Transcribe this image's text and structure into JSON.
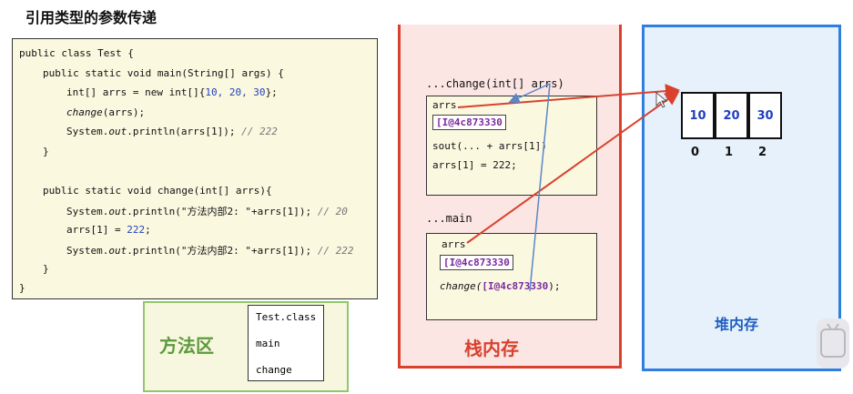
{
  "title": "引用类型的参数传递",
  "code": {
    "lines": [
      "public class Test {",
      "public static void main(String[] args) {",
      "int[] arrs = new int[]{",
      "10, 20, 30",
      "};",
      "change",
      "(arrs);",
      "System.",
      "out",
      ".println(arrs[1]); ",
      "// 222",
      "}",
      "public static void change(int[] arrs){",
      "System.",
      "out",
      ".println(\"方法内部2: \"+arrs[1]); ",
      "// 20",
      "arrs[1] = ",
      "222",
      ";",
      "System.",
      "out",
      ".println(\"方法内部2: \"+arrs[1]); ",
      "// 222",
      "}",
      "}"
    ]
  },
  "method_area": {
    "label": "方法区",
    "items": [
      "Test.class",
      "main",
      "change"
    ]
  },
  "stack": {
    "label": "栈内存",
    "change_frame": {
      "title": "...change(int[] arrs)",
      "var": "arrs",
      "addr": "[I@4c873330",
      "line1": "sout(... + arrs[1])",
      "line2": "arrs[1] = 222;"
    },
    "main_frame": {
      "title": "...main",
      "var": "arrs",
      "addr": "[I@4c873330",
      "call_prefix": "change(",
      "call_addr": "[I@4c873330",
      "call_suffix": ");"
    }
  },
  "heap": {
    "label": "堆内存",
    "values": [
      "10",
      "20",
      "30"
    ],
    "indices": [
      "0",
      "1",
      "2"
    ]
  },
  "colors": {
    "arrow": "#d9412e",
    "stack_border": "#d9412e",
    "heap_border": "#2f7fe0",
    "method_border": "#8ec86a",
    "link_line": "#5a86c8"
  }
}
